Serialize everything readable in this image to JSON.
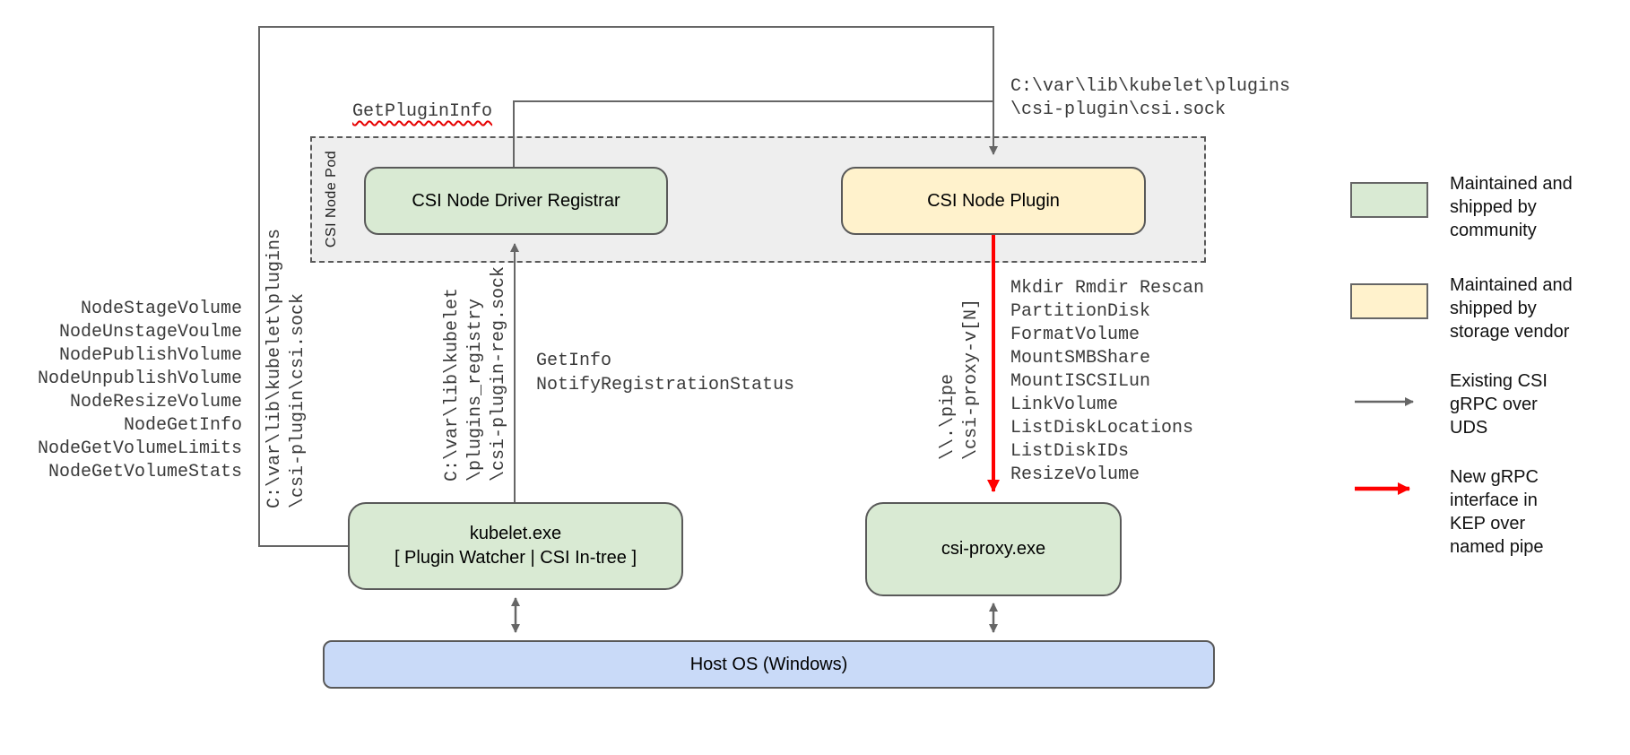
{
  "nodes": {
    "pod_label": "CSI Node Pod",
    "registrar": "CSI Node Driver Registrar",
    "plugin": "CSI Node Plugin",
    "kubelet_line1": "kubelet.exe",
    "kubelet_line2": "[ Plugin Watcher | CSI In-tree ]",
    "csi_proxy": "csi-proxy.exe",
    "host_os": "Host OS (Windows)"
  },
  "labels": {
    "get_plugin_info": "GetPluginInfo",
    "csi_sock_top": [
      "C:\\var\\lib\\kubelet\\plugins",
      "\\csi-plugin\\csi.sock"
    ],
    "csi_sock_side": [
      "C:\\var\\lib\\kubelet\\plugins",
      "\\csi-plugin\\csi.sock"
    ],
    "registration_sock": [
      "C:\\var\\lib\\kubelet",
      "\\plugins_registry",
      "\\csi-plugin-reg.sock"
    ],
    "registration_calls": [
      "GetInfo",
      "NotifyRegistrationStatus"
    ],
    "named_pipe": [
      "\\\\.\\pipe",
      "\\csi-proxy-v[N]"
    ],
    "node_methods": [
      "NodeStageVolume",
      "NodeUnstageVoulme",
      "NodePublishVolume",
      "NodeUnpublishVolume",
      "NodeResizeVolume",
      "NodeGetInfo",
      "NodeGetVolumeLimits",
      "NodeGetVolumeStats"
    ],
    "proxy_ops": [
      "Mkdir Rmdir Rescan",
      "PartitionDisk",
      "FormatVolume",
      "MountSMBShare",
      "MountISCSILun",
      "LinkVolume",
      "ListDiskLocations",
      "ListDiskIDs",
      "ResizeVolume"
    ]
  },
  "legend": {
    "community": [
      "Maintained and",
      "shipped by",
      "community"
    ],
    "vendor": [
      "Maintained and",
      "shipped by",
      "storage vendor"
    ],
    "uds": [
      "Existing CSI",
      "gRPC over",
      "UDS"
    ],
    "pipe": [
      "New gRPC",
      "interface in",
      "KEP over",
      "named pipe"
    ]
  },
  "colors": {
    "community_fill": "#d9ead3",
    "vendor_fill": "#fff2cc",
    "host_fill": "#c9daf8",
    "pod_fill": "#eeeeee",
    "line_gray": "#666666",
    "arrow_red": "#ff0000",
    "squiggle_red": "#e60000"
  }
}
